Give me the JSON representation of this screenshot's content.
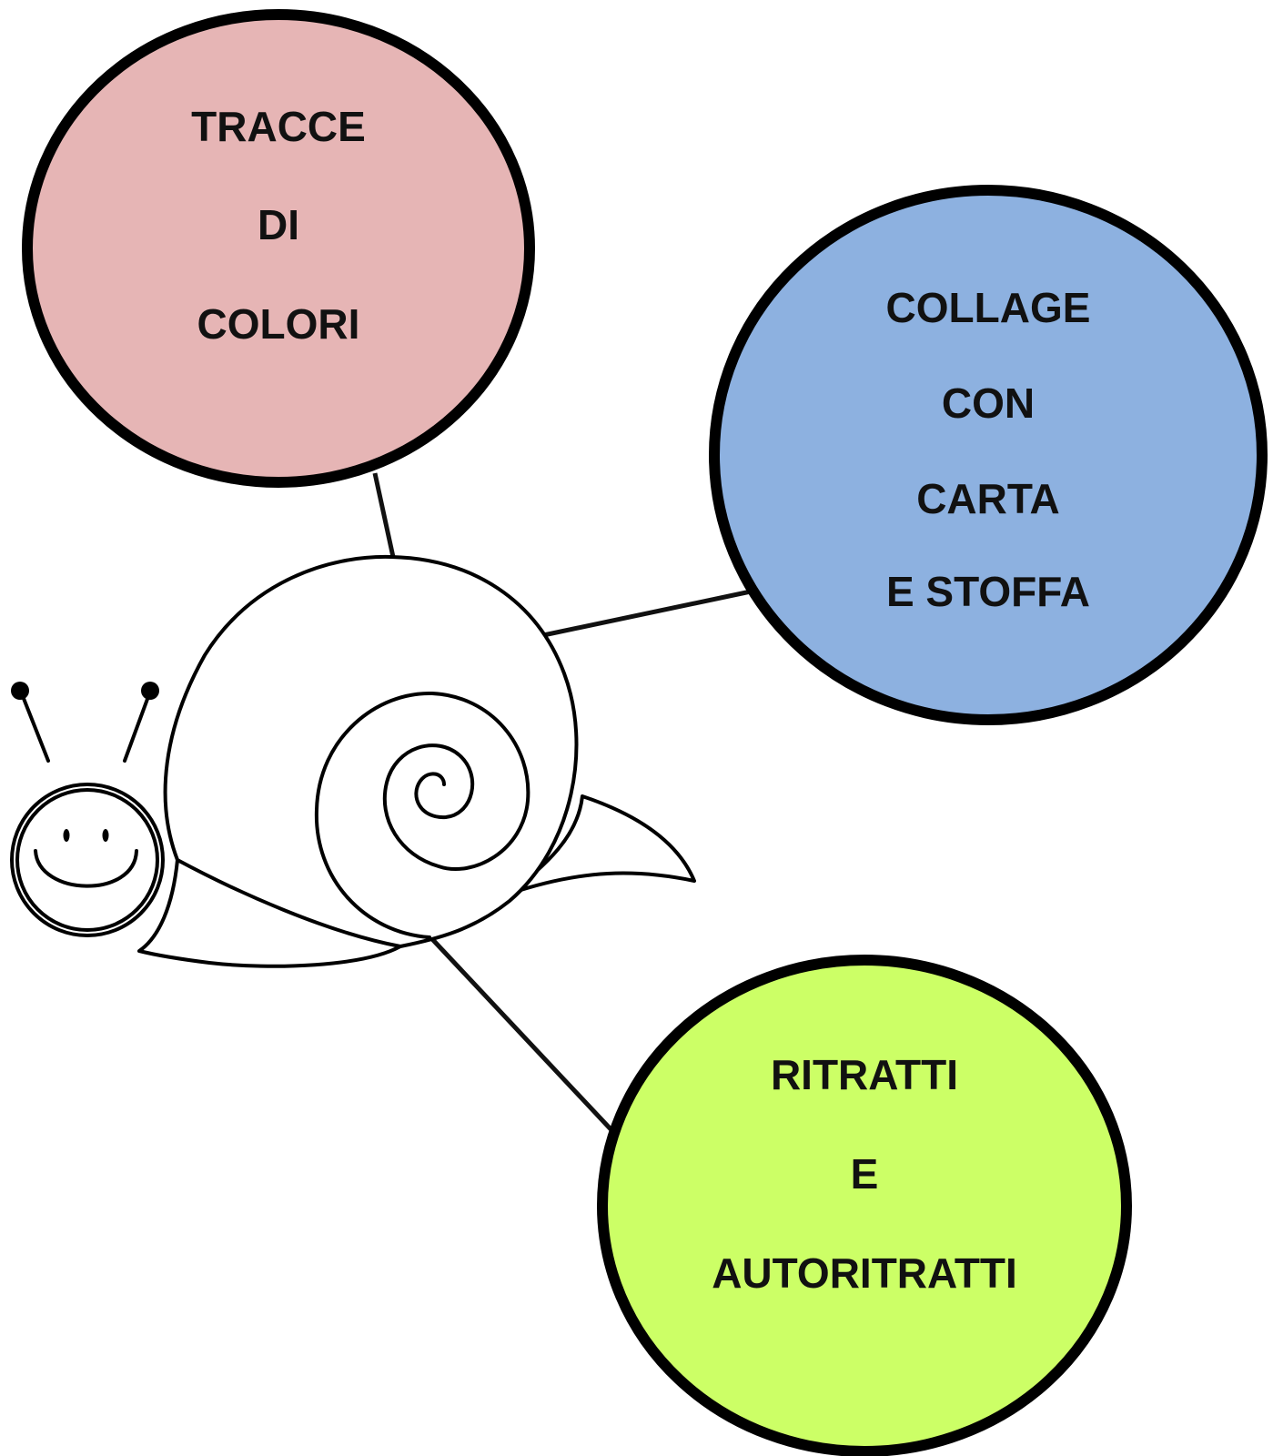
{
  "bubbles": [
    {
      "id": "tracce-di-colori",
      "lines": [
        "TRACCE",
        "DI",
        "COLORI"
      ],
      "color": "#e6b5b5"
    },
    {
      "id": "collage-con-carta-e-stoffa",
      "lines": [
        "COLLAGE",
        "CON",
        "CARTA",
        "E STOFFA"
      ],
      "color": "#8db1e0"
    },
    {
      "id": "ritratti-e-autoritratti",
      "lines": [
        "RITRATTI",
        "E",
        "AUTORITRATTI"
      ],
      "color": "#ccff66"
    }
  ],
  "center_icon": "snail-icon"
}
